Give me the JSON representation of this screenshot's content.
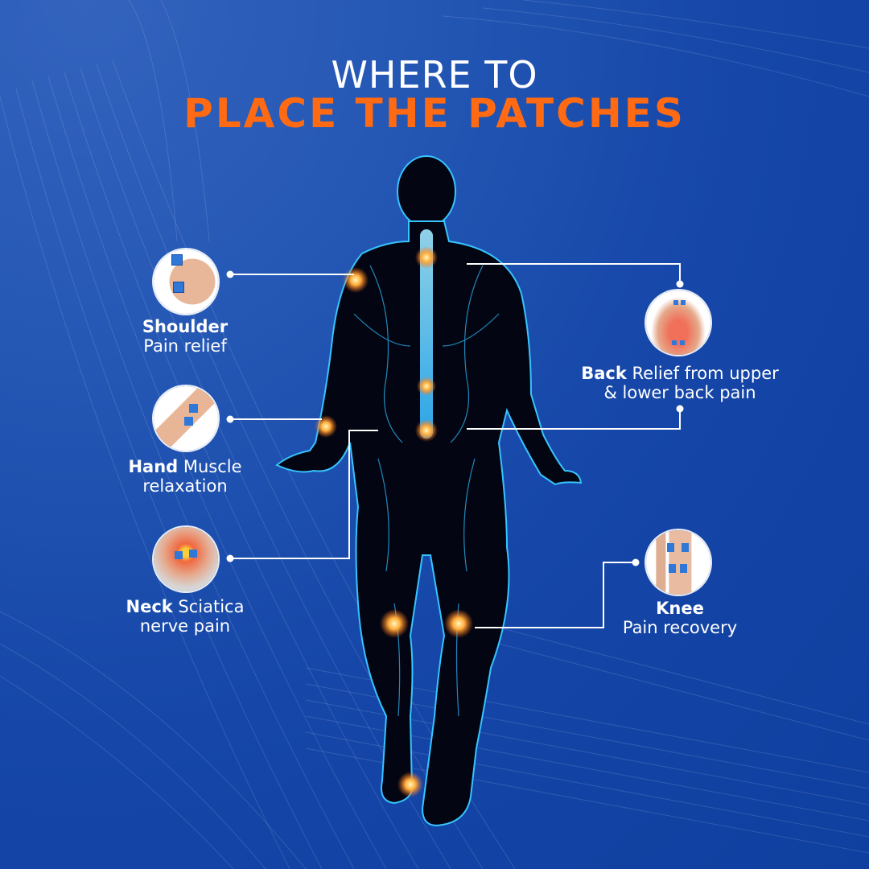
{
  "title": {
    "line1": "WHERE TO",
    "line2": "PLACE THE PATCHES",
    "line1_color": "#ffffff",
    "line2_color": "#ff6a13"
  },
  "colors": {
    "background": "#1546a8",
    "accent": "#ff6a13",
    "glow": "#29c6ff",
    "connector": "#ffffff"
  },
  "figure": {
    "icon": "human-body-back-view-xray",
    "hotspots": [
      "shoulder",
      "upper-spine",
      "lower-spine",
      "wrist",
      "knee-left",
      "knee-right",
      "ankle"
    ]
  },
  "placements": [
    {
      "id": "shoulder",
      "bold": "Shoulder",
      "line1_rest": "",
      "line2": "Pain relief",
      "icon": "shoulder-patch-photo"
    },
    {
      "id": "hand",
      "bold": "Hand",
      "line1_rest": " Muscle",
      "line2": "relaxation",
      "icon": "forearm-patch-photo"
    },
    {
      "id": "neck",
      "bold": "Neck",
      "line1_rest": " Sciatica",
      "line2": "nerve pain",
      "icon": "lower-back-patch-photo"
    },
    {
      "id": "back",
      "bold": "Back",
      "line1_rest": " Relief from upper",
      "line2": "& lower back pain",
      "icon": "back-patch-photo"
    },
    {
      "id": "knee",
      "bold": "Knee",
      "line1_rest": "",
      "line2": "Pain recovery",
      "icon": "knee-patch-photo"
    }
  ]
}
